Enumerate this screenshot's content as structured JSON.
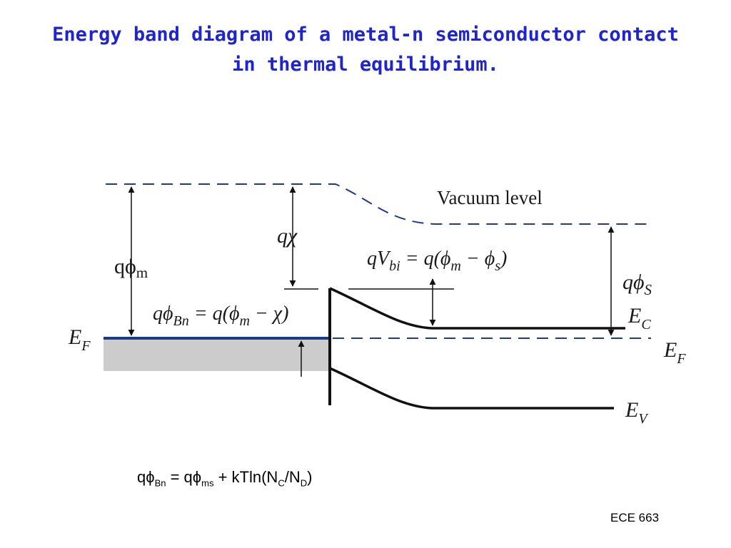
{
  "title": {
    "line1": "Energy band diagram of a metal-n semiconductor contact",
    "line2": "in thermal equilibrium."
  },
  "diagram": {
    "vacuum_level": "Vacuum level",
    "q_phi_m": {
      "main": "qϕ",
      "sub": "m"
    },
    "q_chi": "qχ",
    "q_vbi": {
      "a": "qV",
      "b": "bi",
      "c": " = q(ϕ",
      "d": "m",
      "e": " − ϕ",
      "f": "s",
      "g": ")"
    },
    "q_phi_bn": {
      "a": "qϕ",
      "b": "Bn",
      "c": " = q(ϕ",
      "d": "m",
      "e": " − χ)"
    },
    "q_phi_s": {
      "main": "qϕ",
      "sub": "S"
    },
    "ef_left": {
      "main": "E",
      "sub": "F"
    },
    "ec": {
      "main": "E",
      "sub": "C"
    },
    "ef_right": {
      "main": "E",
      "sub": "F"
    },
    "ev": {
      "main": "E",
      "sub": "V"
    },
    "colors": {
      "dashed": "#1f3a8a",
      "metal_fermi": "#1a3a8c",
      "metal_fill": "#cccccc",
      "lines": "#111111"
    }
  },
  "formula": {
    "p1": "qϕ",
    "p1_sub": "Bn",
    "p2": " = qϕ",
    "p2_sub": "ms",
    "p3": " + kTln(N",
    "p3_sub": "C",
    "p4": "/N",
    "p4_sub": "D",
    "p5": ")"
  },
  "footer": "ECE 663"
}
